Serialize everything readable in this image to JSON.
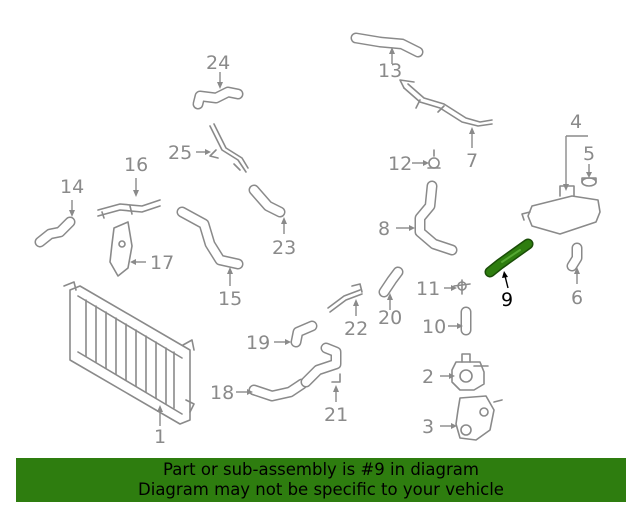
{
  "diagram": {
    "callouts": [
      "1",
      "2",
      "3",
      "4",
      "5",
      "6",
      "7",
      "8",
      "9",
      "10",
      "11",
      "12",
      "13",
      "14",
      "15",
      "16",
      "17",
      "18",
      "19",
      "20",
      "21",
      "22",
      "23",
      "24",
      "25"
    ],
    "highlighted_part": "9",
    "highlight_color": "#2e7d0f"
  },
  "banner": {
    "line1": "Part or sub-assembly is #9 in diagram",
    "line2": "Diagram may not be specific to your vehicle",
    "background": "#2e7d0f"
  }
}
